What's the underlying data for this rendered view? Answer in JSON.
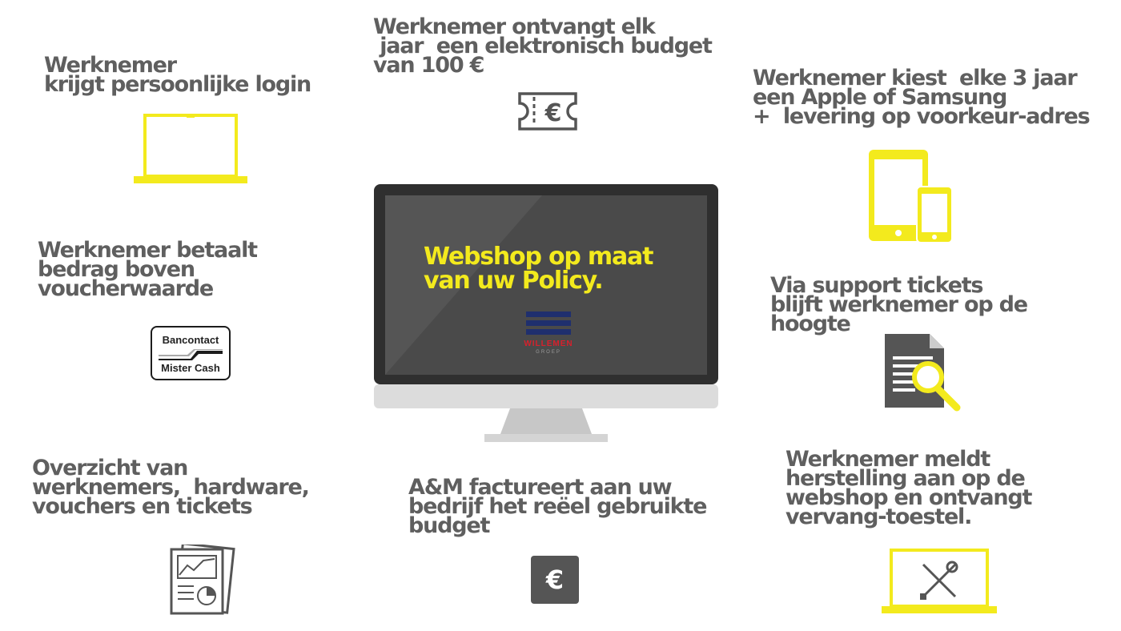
{
  "blocks": {
    "login": "Werknemer\nkrijgt persoonlijke login",
    "budget": "Werknemer ontvangt elk\n jaar  een elektronisch budget\nvan 100 €",
    "device": "Werknemer kiest  elke 3 jaar\neen Apple of Samsung\n+  levering op voorkeur-adres",
    "pays": "Werknemer betaalt\nbedrag boven\nvoucherwaarde",
    "support": "Via support tickets\nblijft werknemer op de\nhoogte",
    "overview": "Overzicht van\nwerknemers,  hardware,\nvouchers en tickets",
    "billing": "A&M factureert aan uw\nbedrijf het reëel gebruikte\nbudget",
    "repair": "Werknemer meldt\nherstelling aan op de\nwebshop en ontvangt\nvervang-toestel."
  },
  "monitor": {
    "title": "Webshop op maat\nvan uw Policy.",
    "logo_name": "WILLEMEN",
    "logo_sub": "GROEP"
  },
  "payment": {
    "top": "Bancontact",
    "bottom": "Mister Cash"
  },
  "icons": {
    "voucher_symbol": "€",
    "billing_symbol": "€"
  },
  "colors": {
    "text": "#5f5f5f",
    "accent": "#f3ea1d",
    "icon_gray": "#555555"
  }
}
